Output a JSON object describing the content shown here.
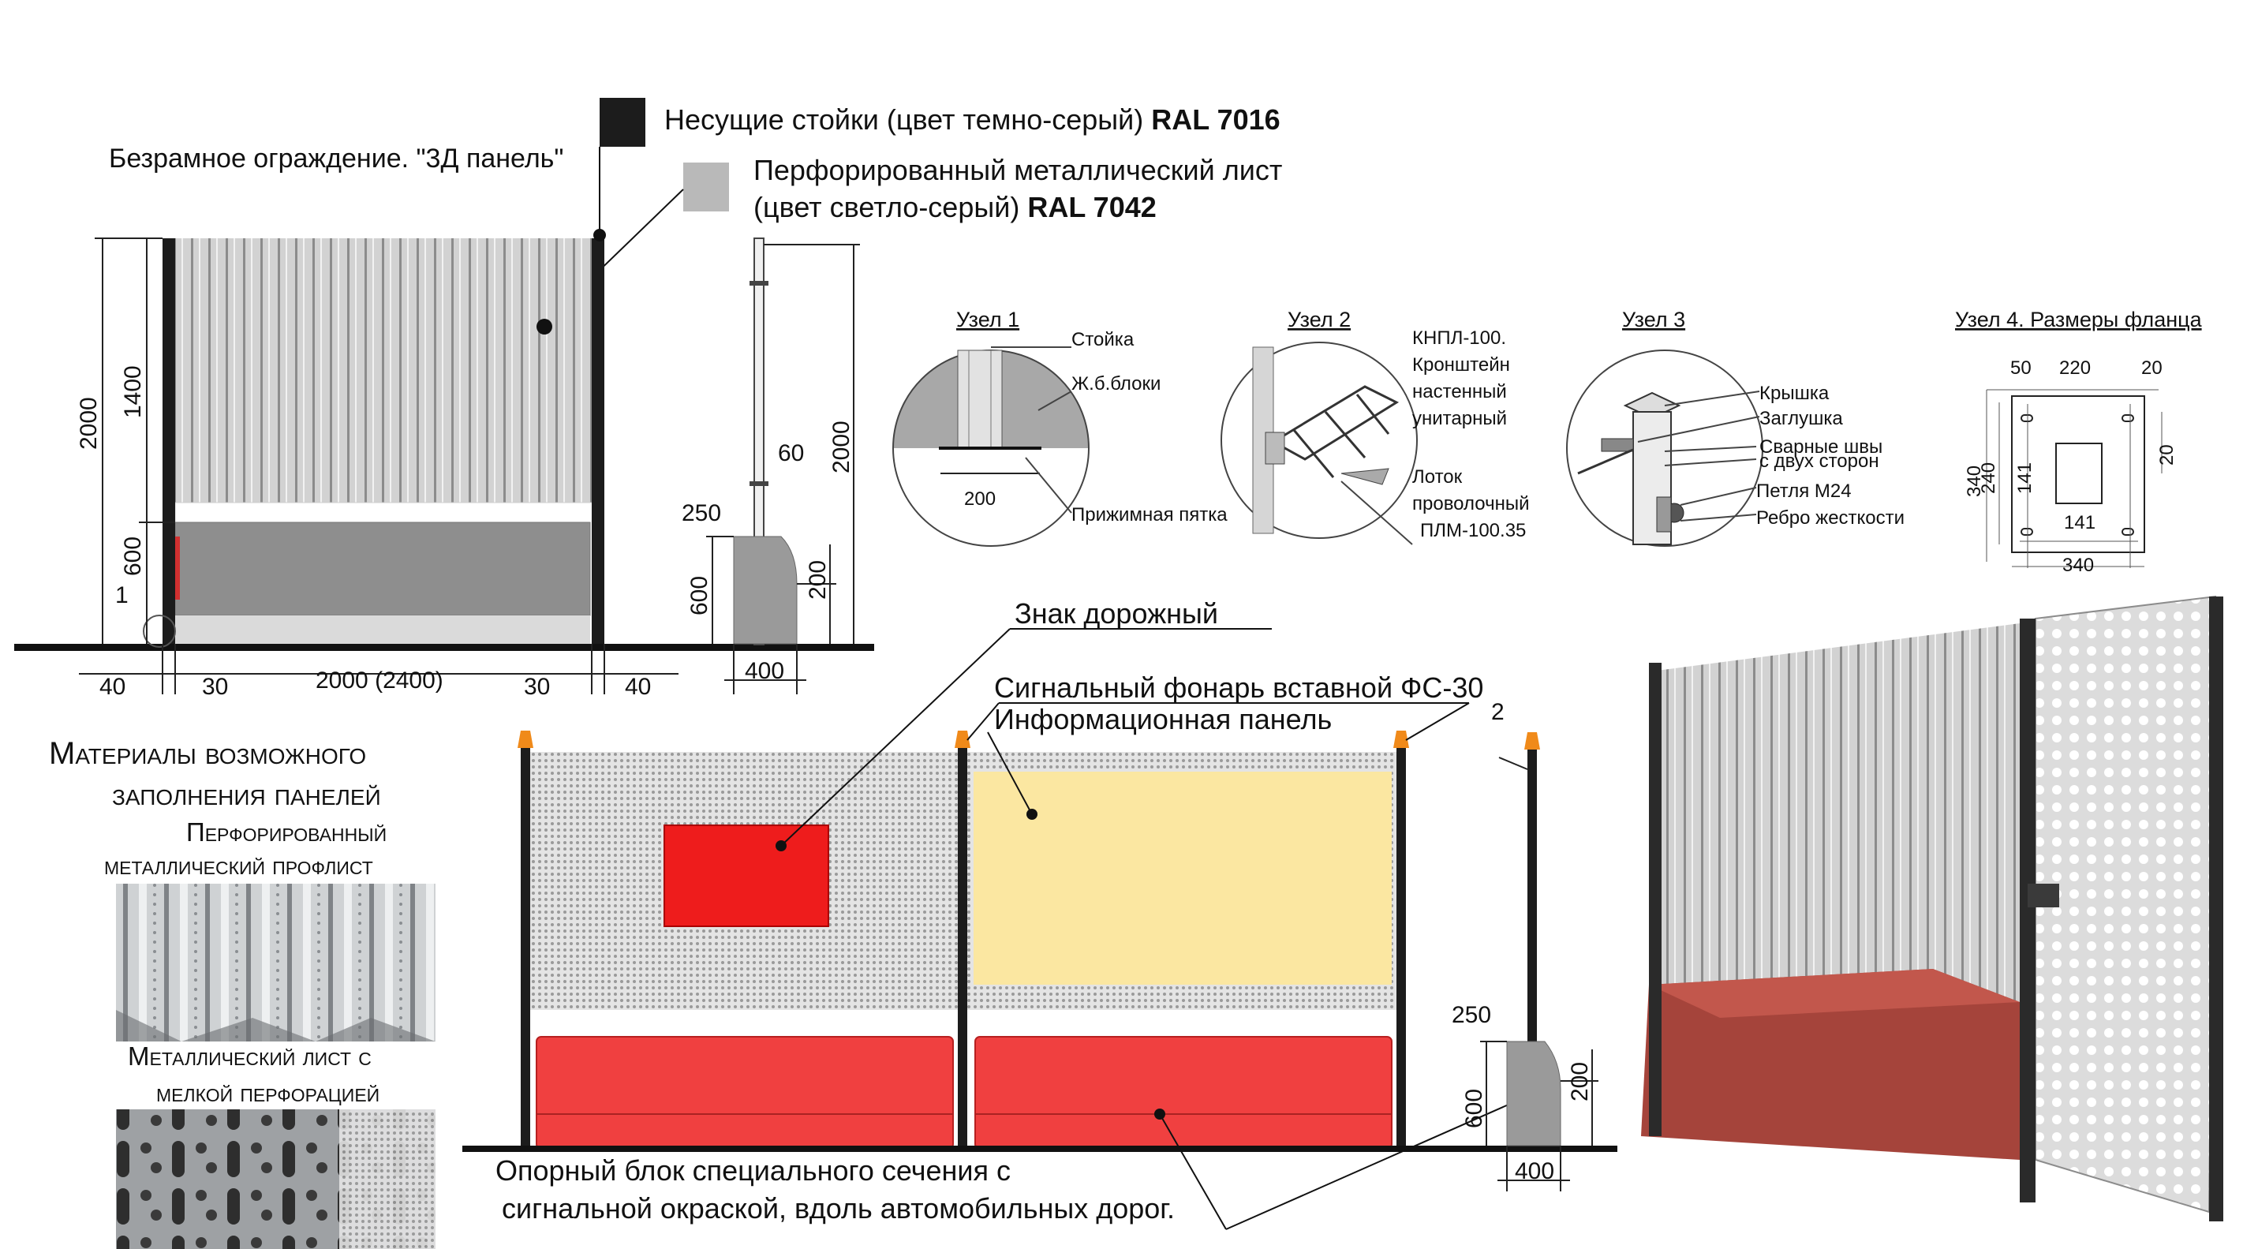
{
  "legend": {
    "posts": "Несущие стойки (цвет темно-серый)",
    "posts_ral": "RAL 7016",
    "sheet_line1": "Перфорированный металлический лист",
    "sheet_line2": "(цвет светло-серый)",
    "sheet_ral": "RAL 7042",
    "colors": {
      "dark": "#1c1c1c",
      "light": "#b9b9b9"
    }
  },
  "fence": {
    "title": "Безрамное ограждение. \"3Д панель\"",
    "dims": {
      "h_total": "2000",
      "h_panel": "1400",
      "h_block": "600",
      "node": "1",
      "w40l": "40",
      "w30l": "30",
      "w_span": "2000 (2400)",
      "w30r": "30",
      "w40r": "40"
    }
  },
  "side1": {
    "d60": "60",
    "d2000": "2000",
    "d250": "250",
    "d600": "600",
    "d200": "200",
    "d400": "400"
  },
  "nodes": {
    "n1": {
      "title": "Узел 1",
      "stoika": "Стойка",
      "blocks": "Ж.б.блоки",
      "dim": "200",
      "heel": "Прижимная пятка"
    },
    "n2": {
      "title": "Узел 2",
      "k1": "КНПЛ-100.",
      "k2": "Кронштейн",
      "k3": "настенный",
      "k4": "унитарный",
      "l1": "Лоток",
      "l2": "проволочный",
      "l3": "ПЛМ-100.35"
    },
    "n3": {
      "title": "Узел 3",
      "cap": "Крышка",
      "plug": "Заглушка",
      "weld1": "Сварные швы",
      "weld2": "с двух сторон",
      "loop": "Петля  М24",
      "rib": "Ребро жесткости"
    },
    "n4": {
      "title": "Узел 4. Размеры фланца",
      "d50": "50",
      "d220": "220",
      "d20": "20",
      "d340": "340",
      "d240": "240",
      "d141v": "141",
      "d141h": "141",
      "d20r": "20",
      "d340b": "340"
    }
  },
  "materials": {
    "heading1": "Материалы возможного",
    "heading2": "заполнения панелей",
    "m1_line1": "Перфорированный",
    "m1_line2": "металлический профлист",
    "m2_line1": "Металлический лист с",
    "m2_line2": "мелкой перфорацией"
  },
  "road": {
    "sign": "Знак дорожный",
    "lamp": "Сигнальный фонарь вставной ФС-30",
    "info": "Информационная панель",
    "node2": "2",
    "d250": "250",
    "d600": "600",
    "d200": "200",
    "d400": "400",
    "support1": "Опорный блок специального сечения с",
    "support2": "сигнальной окраской, вдоль автомобильных дорог.",
    "colors": {
      "sign": "#ee1c1c",
      "info": "#fbe7a1",
      "block": "#f04040",
      "lamp": "#f08a1a"
    }
  }
}
